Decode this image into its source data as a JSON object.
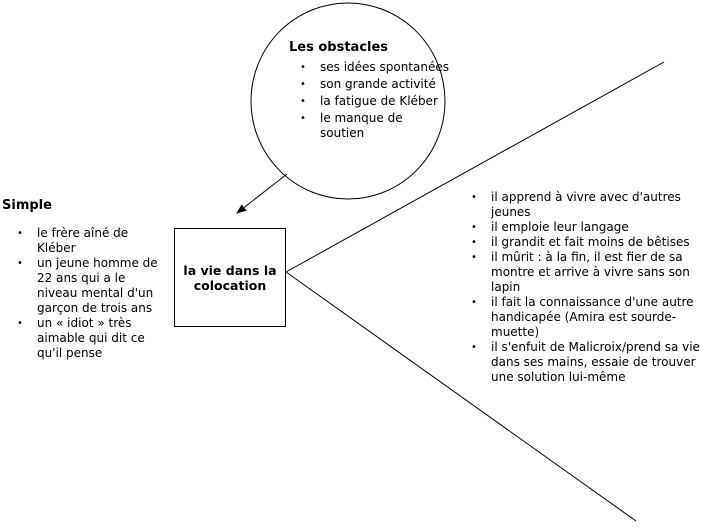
{
  "center": {
    "label": "la vie dans la colocation"
  },
  "obstacles": {
    "title": "Les obstacles",
    "items": [
      "ses idées spontanées",
      "son grande activité",
      "la fatigue de Kléber",
      "le manque de soutien"
    ]
  },
  "simple": {
    "title": "Simple",
    "items": [
      "le frère aîné de Kléber",
      "un jeune homme de  22 ans qui a le niveau mental d'un garçon de trois ans",
      "un « idiot » très aimable qui dit ce qu'il pense"
    ]
  },
  "changes": {
    "items": [
      "il apprend à vivre avec d'autres jeunes",
      "il emploie leur langage",
      "il grandit et fait moins de bêtises",
      "il mûrit : à la fin, il est fier de sa montre et arrive à vivre sans son lapin",
      "il fait la connaissance d'une autre handicapée (Amira est sourde-muette)",
      "il s'enfuit de Malicroix/prend sa vie dans ses mains, essaie de trouver une solution lui-même"
    ]
  }
}
